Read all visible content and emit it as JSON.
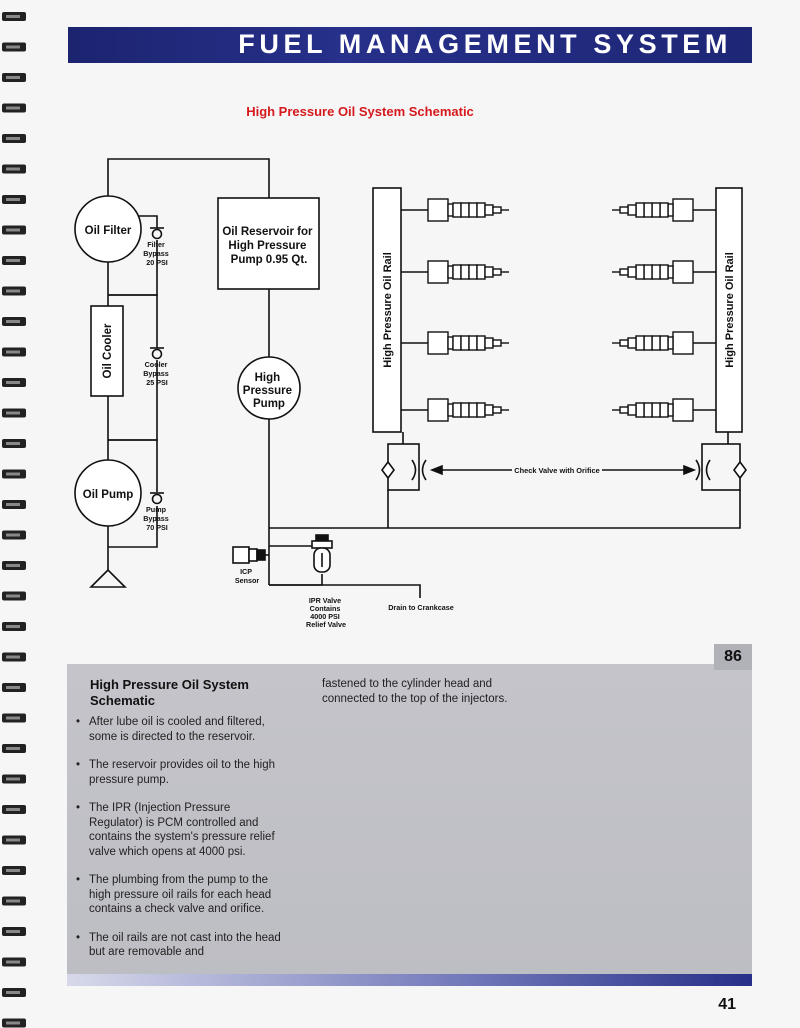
{
  "header": {
    "title": "FUEL MANAGEMENT SYSTEM"
  },
  "diagram": {
    "subtitle": "High Pressure Oil System Schematic",
    "oil_filter": "Oil Filter",
    "filter_bypass": [
      "Filter",
      "Bypass",
      "20 PSI"
    ],
    "oil_cooler": "Oil Cooler",
    "cooler_bypass": [
      "Cooler",
      "Bypass",
      "25 PSI"
    ],
    "oil_pump": "Oil Pump",
    "pump_bypass": [
      "Pump",
      "Bypass",
      "70 PSI"
    ],
    "reservoir": [
      "Oil Reservoir for",
      "High Pressure",
      "Pump 0.95 Qt."
    ],
    "hp_pump": [
      "High",
      "Pressure",
      "Pump"
    ],
    "rail_left": "High Pressure Oil Rail",
    "rail_right": "High Pressure Oil Rail",
    "check_valve": "Check Valve with Orifice",
    "icp_sensor": [
      "ICP",
      "Sensor"
    ],
    "ipr_valve": [
      "IPR Valve",
      "Contains",
      "4000 PSI",
      "Relief Valve"
    ],
    "drain": "Drain to Crankcase"
  },
  "panel": {
    "page_tag": "86",
    "heading": "High Pressure Oil System Schematic",
    "bullet_symbol": "•",
    "bullets": [
      "After lube oil is cooled and filtered, some is directed to the reservoir.",
      "The reservoir provides oil to the high pressure pump.",
      "The IPR (Injection Pressure Regulator) is PCM controlled and contains the system's pressure relief valve which opens at 4000 psi.",
      "The plumbing from the pump to the high pressure oil rails for each head contains a check valve and orifice.",
      "The oil rails are not cast into the head but are removable and"
    ],
    "continuation": "fastened to the cylinder head and connected to the top of the injectors."
  },
  "footer": {
    "page_number": "41"
  },
  "colors": {
    "header_blue": "#222a7e",
    "subtitle_red": "#d6191c",
    "panel_gray": "#c2c2c8"
  }
}
